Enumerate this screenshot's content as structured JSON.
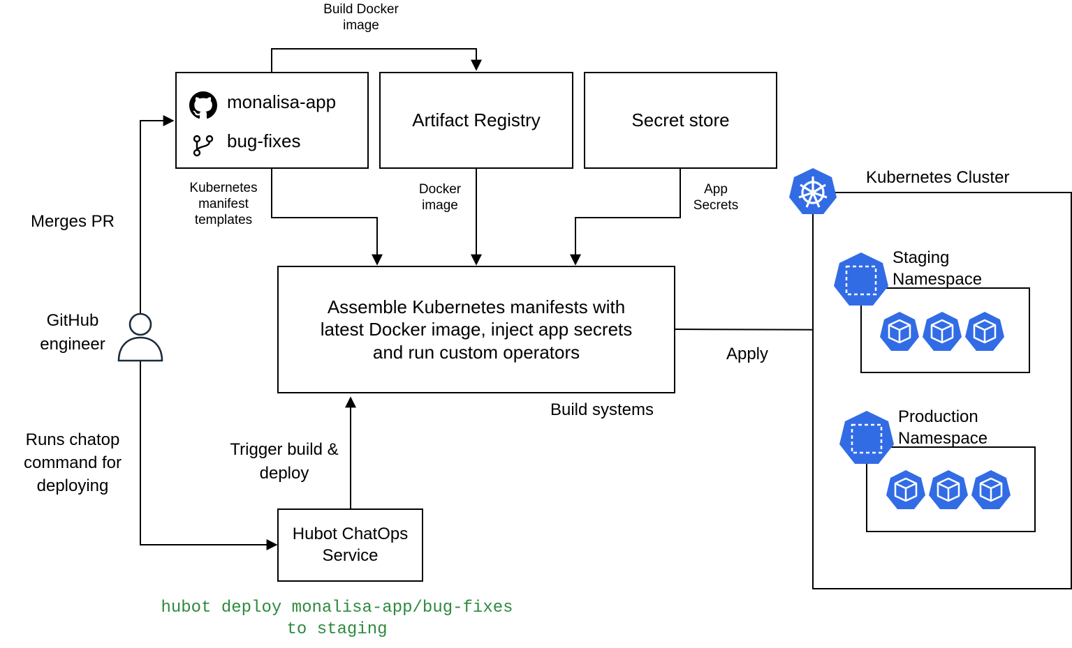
{
  "repo": {
    "name": "monalisa-app",
    "branch": "bug-fixes",
    "repo_icon": "github-icon",
    "branch_icon": "git-branch-icon"
  },
  "nodes": {
    "artifact_registry": "Artifact Registry",
    "secret_store": "Secret store",
    "assemble": "Assemble Kubernetes manifests with latest Docker image, inject app secrets and run custom operators",
    "hubot": "Hubot ChatOps Service"
  },
  "edge_labels": {
    "build_docker_image": "Build Docker image",
    "k8s_manifest_templates": "Kubernetes manifest templates",
    "docker_image": "Docker image",
    "app_secrets": "App Secrets",
    "apply": "Apply",
    "trigger_build": "Trigger build & deploy",
    "merges_pr": "Merges PR",
    "runs_chatop": "Runs chatop command for deploying"
  },
  "actor": {
    "label": "GitHub engineer",
    "icon": "user-icon"
  },
  "group_labels": {
    "build_systems": "Build systems"
  },
  "cluster": {
    "label": "Kubernetes Cluster",
    "icon": "kubernetes-icon",
    "namespaces": [
      {
        "label": "Staging Namespace",
        "icon": "namespace-icon",
        "pod_icon": "pod-icon"
      },
      {
        "label": "Production Namespace",
        "icon": "namespace-icon",
        "pod_icon": "pod-icon"
      }
    ]
  },
  "command": {
    "line1": "hubot deploy monalisa-app/bug-fixes",
    "line2": "to staging"
  },
  "colors": {
    "k8s_blue": "#326ce5",
    "command_green": "#2e8a3e",
    "stroke": "#000000"
  }
}
